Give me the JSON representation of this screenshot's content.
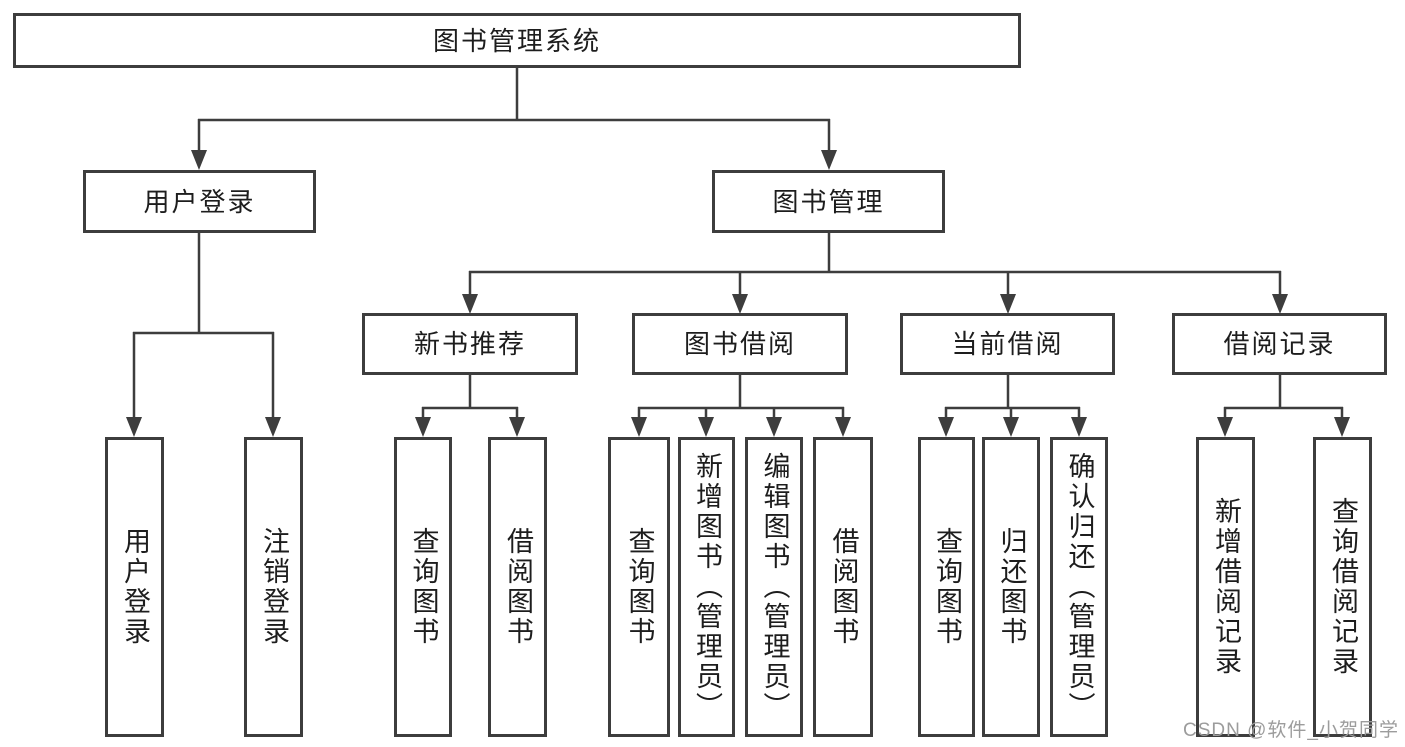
{
  "diagram": {
    "type": "tree",
    "line_color": "#3d3d3d",
    "box_border_color": "#3d3d3d",
    "box_fill_color": "#ffffff",
    "text_color": "#1d1d1d",
    "tree": {
      "label": "图书管理系统",
      "children": [
        {
          "label": "用户登录",
          "children": [
            {
              "label": "用户登录"
            },
            {
              "label": "注销登录"
            }
          ]
        },
        {
          "label": "图书管理",
          "children": [
            {
              "label": "新书推荐",
              "children": [
                {
                  "label": "查询图书"
                },
                {
                  "label": "借阅图书"
                }
              ]
            },
            {
              "label": "图书借阅",
              "children": [
                {
                  "label": "查询图书"
                },
                {
                  "label": "新增图书（管理员）"
                },
                {
                  "label": "编辑图书（管理员）"
                },
                {
                  "label": "借阅图书"
                }
              ]
            },
            {
              "label": "当前借阅",
              "children": [
                {
                  "label": "查询图书"
                },
                {
                  "label": "归还图书"
                },
                {
                  "label": "确认归还（管理员）"
                }
              ]
            },
            {
              "label": "借阅记录",
              "children": [
                {
                  "label": "新增借阅记录"
                },
                {
                  "label": "查询借阅记录"
                }
              ]
            }
          ]
        }
      ]
    }
  },
  "watermark": {
    "text": "CSDN @软件_小贺同学",
    "color": "#9c9c9c"
  }
}
